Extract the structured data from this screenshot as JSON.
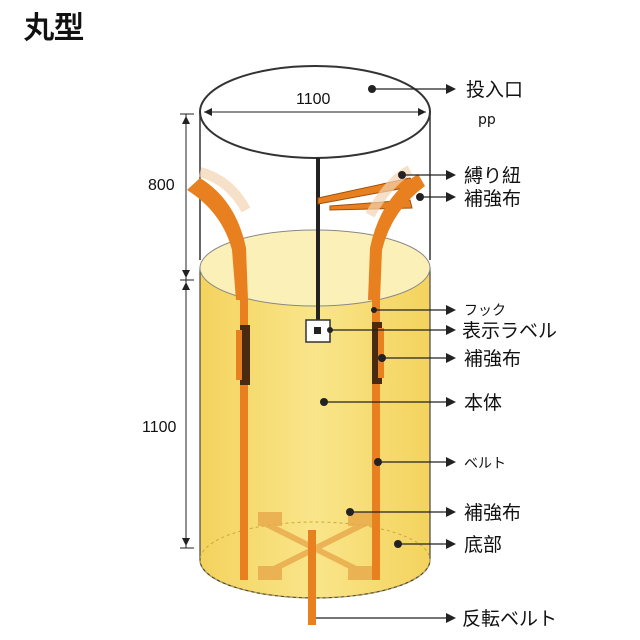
{
  "title": "丸型",
  "dimensions": {
    "top_width": "1100",
    "loop_height": "800",
    "body_height": "1100"
  },
  "labels": {
    "inlet": "投入口",
    "inlet_material": "pp",
    "tie_string": "縛り紐",
    "reinforcement_top": "補強布",
    "hook": "フック",
    "display_label": "表示ラベル",
    "reinforcement_mid": "補強布",
    "body": "本体",
    "belt": "ベルト",
    "reinforcement_bottom": "補強布",
    "bottom": "底部",
    "reverse_belt": "反転ベルト"
  },
  "colors": {
    "body_fill": "#f7dc6f",
    "body_light": "#fbf0b8",
    "belt": "#e8801f",
    "belt_dark": "#b85a10",
    "outline": "#222222"
  }
}
